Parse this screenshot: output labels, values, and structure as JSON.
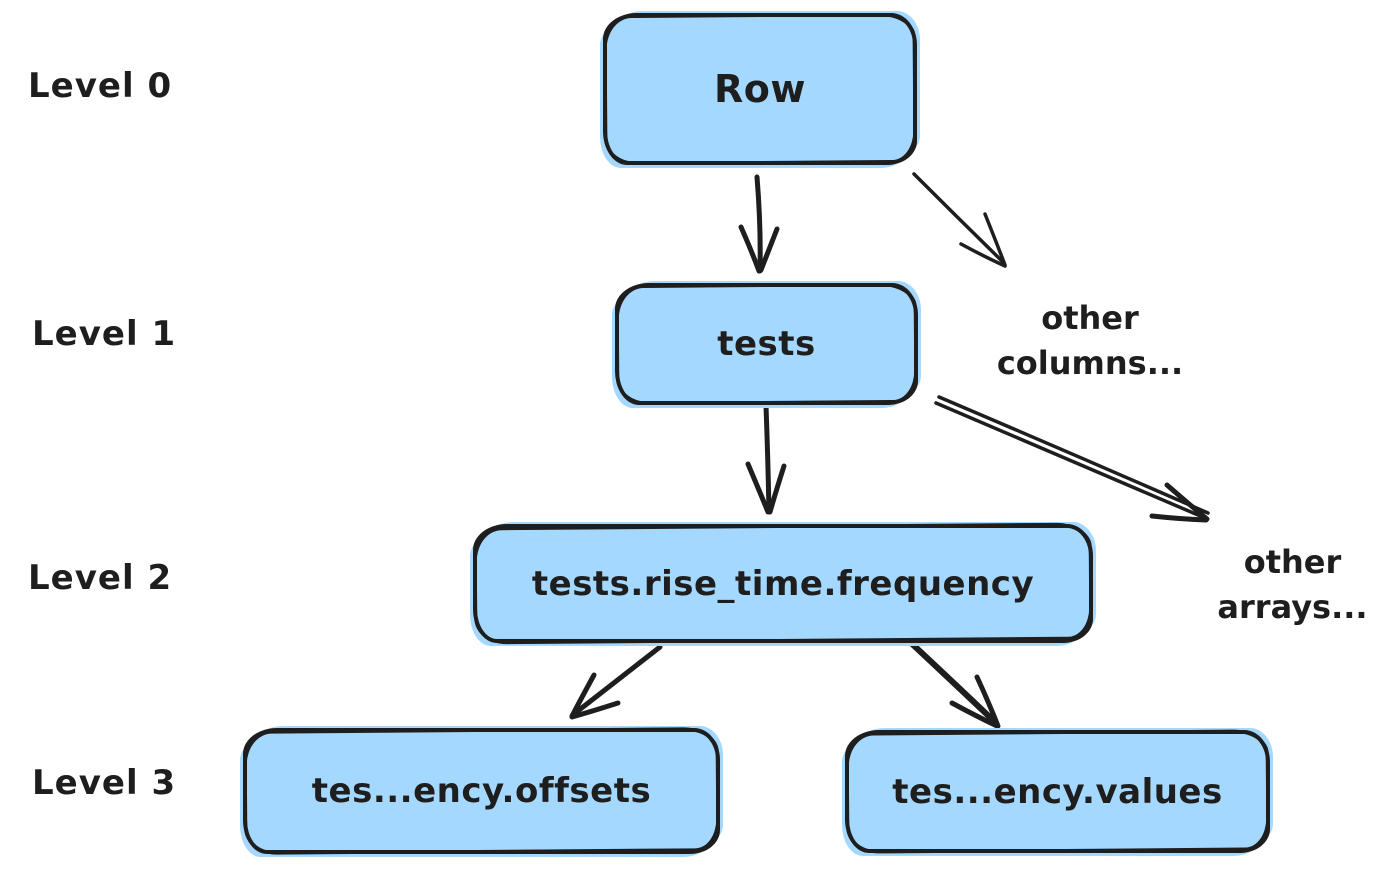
{
  "canvas": {
    "background": "#ffffff"
  },
  "colors": {
    "node_fill": "#a5d8ff",
    "stroke": "#1e1e1e",
    "text": "#1e1e1e"
  },
  "levels": [
    {
      "label": "Level 0"
    },
    {
      "label": "Level 1"
    },
    {
      "label": "Level 2"
    },
    {
      "label": "Level 3"
    }
  ],
  "nodes": [
    {
      "id": "row",
      "level": 0,
      "label": "Row"
    },
    {
      "id": "tests",
      "level": 1,
      "label": "tests"
    },
    {
      "id": "frequency",
      "level": 2,
      "label": "tests.rise_time.frequency"
    },
    {
      "id": "offsets",
      "level": 3,
      "label": "tes...ency.offsets"
    },
    {
      "id": "values",
      "level": 3,
      "label": "tes...ency.values"
    }
  ],
  "annotations": [
    {
      "id": "other-columns",
      "lines": [
        "other",
        "columns..."
      ]
    },
    {
      "id": "other-arrays",
      "lines": [
        "other",
        "arrays..."
      ]
    }
  ],
  "edges": [
    {
      "from": "Row",
      "to": "tests"
    },
    {
      "from": "Row",
      "to": "other columns..."
    },
    {
      "from": "tests",
      "to": "tests.rise_time.frequency"
    },
    {
      "from": "tests",
      "to": "other arrays..."
    },
    {
      "from": "tests.rise_time.frequency",
      "to": "tes...ency.offsets"
    },
    {
      "from": "tests.rise_time.frequency",
      "to": "tes...ency.values"
    }
  ]
}
